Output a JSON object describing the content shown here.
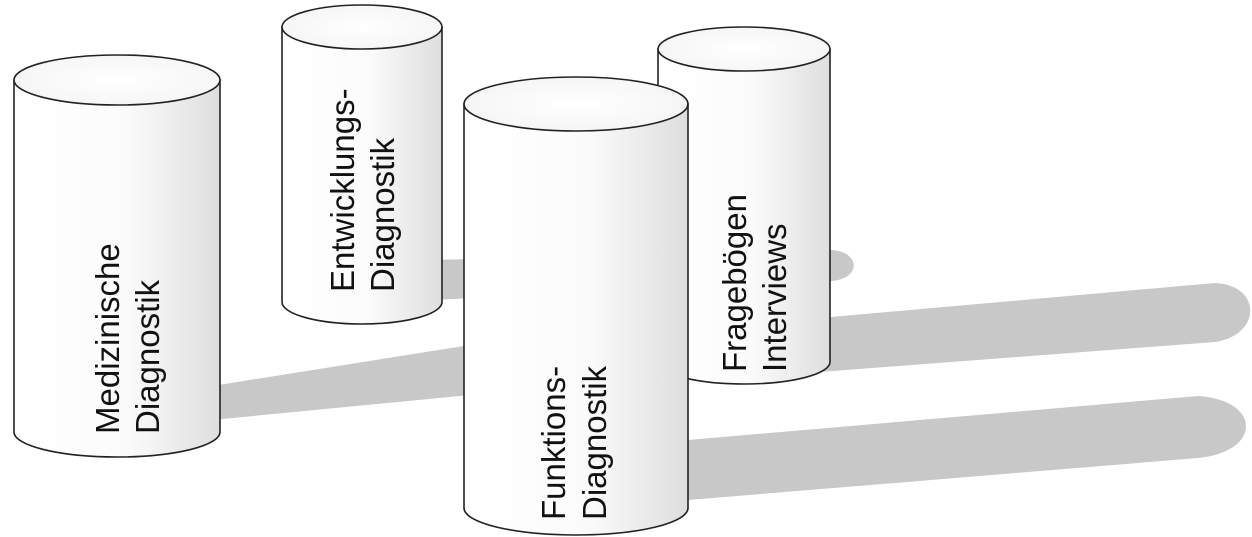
{
  "pillars": [
    {
      "id": "medizinische",
      "lines": [
        "Medizinische",
        "Diagnostik"
      ]
    },
    {
      "id": "entwicklungs",
      "lines": [
        "Entwicklungs-",
        "Diagnostik"
      ]
    },
    {
      "id": "funktions",
      "lines": [
        "Funktions-",
        "Diagnostik"
      ]
    },
    {
      "id": "frageboegen",
      "lines": [
        "Fragebögen",
        "Interviews"
      ]
    }
  ],
  "colors": {
    "background": "#ffffff",
    "shadow": "#c8c8c8",
    "pillar_light": "#ffffff",
    "pillar_shade": "#dedede",
    "outline": "#222222",
    "text": "#111111"
  }
}
